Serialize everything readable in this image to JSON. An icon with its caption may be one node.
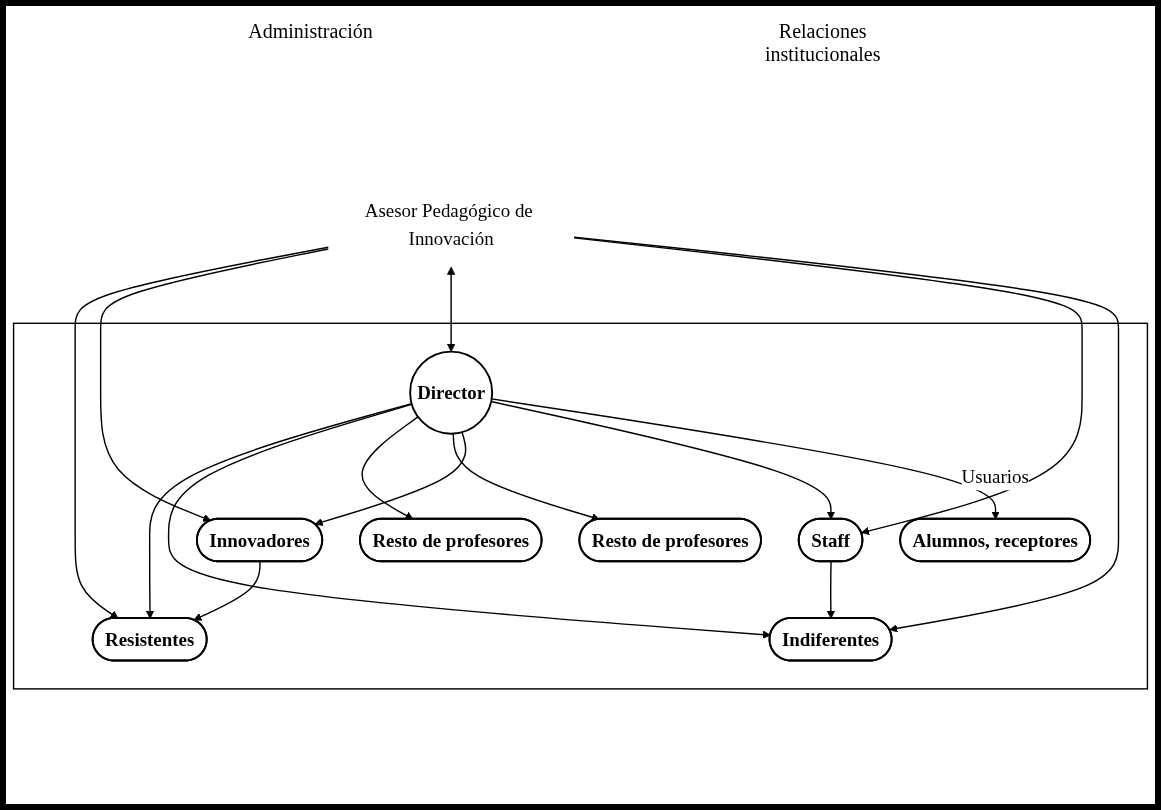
{
  "diagram": {
    "nodes": [
      {
        "text": [
          "Asesor Pedagógico de Innovación"
        ]
      },
      {
        "text": [],
        "shape": "box"
      },
      {
        "text": [
          "Resistentes"
        ],
        "in": 1
      },
      {
        "text": [
          "Indiferentes"
        ],
        "in": 1
      },
      {
        "text": [
          "Resto de profesores"
        ],
        "in": 1
      },
      {
        "text": [
          "Director"
        ],
        "in": 1
      },
      {
        "text": [
          "Resto de profesores"
        ],
        "in": 1
      },
      {
        "text": [
          "Innovadores"
        ],
        "in": 1
      },
      {
        "text": [
          "Staff"
        ],
        "in": 1
      },
      {
        "text": [
          "Alumnos, receptores"
        ],
        "in": 1
      }
    ],
    "edges": [
      {
        "from": 0,
        "to": 2,
        "arrow": "to"
      },
      {
        "from": 0,
        "to": 7,
        "arrow": "to"
      },
      {
        "from": 0,
        "to": 5,
        "arrow": "both"
      },
      {
        "from": 0,
        "to": 8,
        "arrow": "to"
      },
      {
        "from": 0,
        "to": 3,
        "arrow": "to"
      },
      {
        "from": 5,
        "to": 2,
        "arrow": "to"
      },
      {
        "from": 5,
        "to": 3,
        "arrow": "to"
      },
      {
        "from": 5,
        "to": 4,
        "arrow": "to"
      },
      {
        "from": 5,
        "to": 6,
        "arrow": "to"
      },
      {
        "from": 5,
        "to": 7,
        "arrow": "to"
      },
      {
        "from": 5,
        "to": 8,
        "arrow": "to"
      },
      {
        "from": 5,
        "to": 9,
        "label": "Usuarios",
        "arrow": "to"
      },
      {
        "from": 7,
        "to": 2,
        "arrow": "to"
      },
      {
        "from": 8,
        "to": 3,
        "arrow": "to"
      }
    ],
    "labels": [
      "Administración",
      "Relaciones institucionales"
    ]
  }
}
